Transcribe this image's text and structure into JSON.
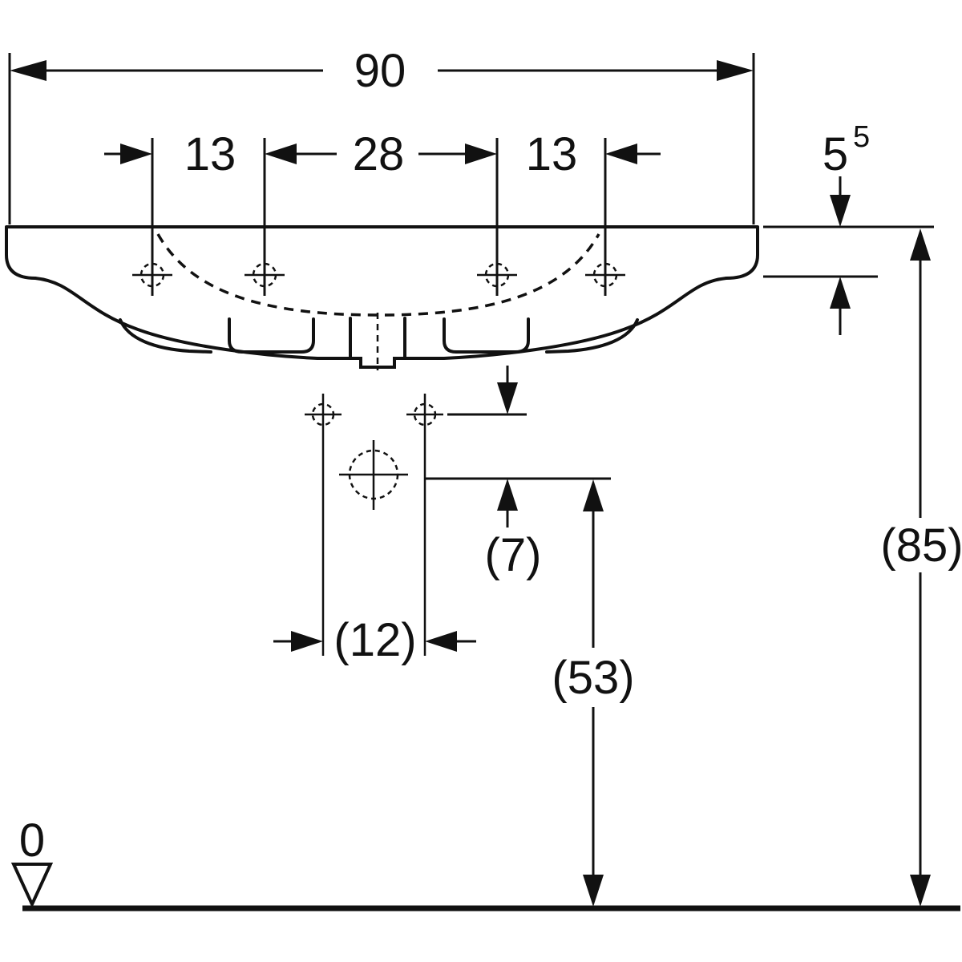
{
  "title": "Washbasin dimensional drawing",
  "colors": {
    "line": "#111111",
    "background": "#ffffff"
  },
  "dimensions": {
    "overall_width": "90",
    "left_hole_spacing": "13",
    "center_hole_spacing": "28",
    "right_hole_spacing": "13",
    "rim_thickness_main": "5",
    "rim_thickness_sup": "5",
    "overall_height": "(85)",
    "drain_drop": "(7)",
    "drain_offset": "(12)",
    "trap_height": "(53)",
    "floor_datum": "0"
  }
}
